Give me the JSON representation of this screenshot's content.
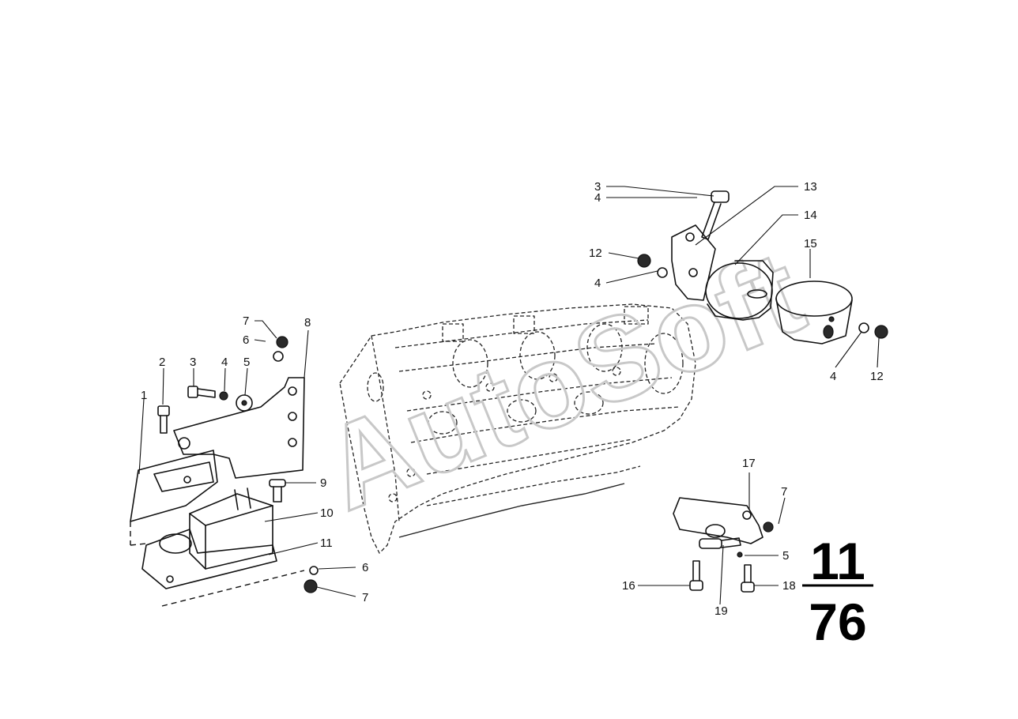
{
  "watermark": "AutoSoft",
  "page_code": {
    "group": "11",
    "page": "76"
  },
  "callouts": [
    {
      "id": "c1",
      "label": "1"
    },
    {
      "id": "c2",
      "label": "2"
    },
    {
      "id": "c3a",
      "label": "3"
    },
    {
      "id": "c4a",
      "label": "4"
    },
    {
      "id": "c5a",
      "label": "5"
    },
    {
      "id": "c6a",
      "label": "6"
    },
    {
      "id": "c7a",
      "label": "7"
    },
    {
      "id": "c8",
      "label": "8"
    },
    {
      "id": "c9",
      "label": "9"
    },
    {
      "id": "c10",
      "label": "10"
    },
    {
      "id": "c11",
      "label": "11"
    },
    {
      "id": "c6b",
      "label": "6"
    },
    {
      "id": "c7b",
      "label": "7"
    },
    {
      "id": "c3b",
      "label": "3"
    },
    {
      "id": "c4b",
      "label": "4"
    },
    {
      "id": "c12a",
      "label": "12"
    },
    {
      "id": "c4c",
      "label": "4"
    },
    {
      "id": "c13",
      "label": "13"
    },
    {
      "id": "c14",
      "label": "14"
    },
    {
      "id": "c15",
      "label": "15"
    },
    {
      "id": "c4d",
      "label": "4"
    },
    {
      "id": "c12b",
      "label": "12"
    },
    {
      "id": "c17",
      "label": "17"
    },
    {
      "id": "c7c",
      "label": "7"
    },
    {
      "id": "c5b",
      "label": "5"
    },
    {
      "id": "c16",
      "label": "16"
    },
    {
      "id": "c18",
      "label": "18"
    },
    {
      "id": "c19",
      "label": "19"
    }
  ]
}
